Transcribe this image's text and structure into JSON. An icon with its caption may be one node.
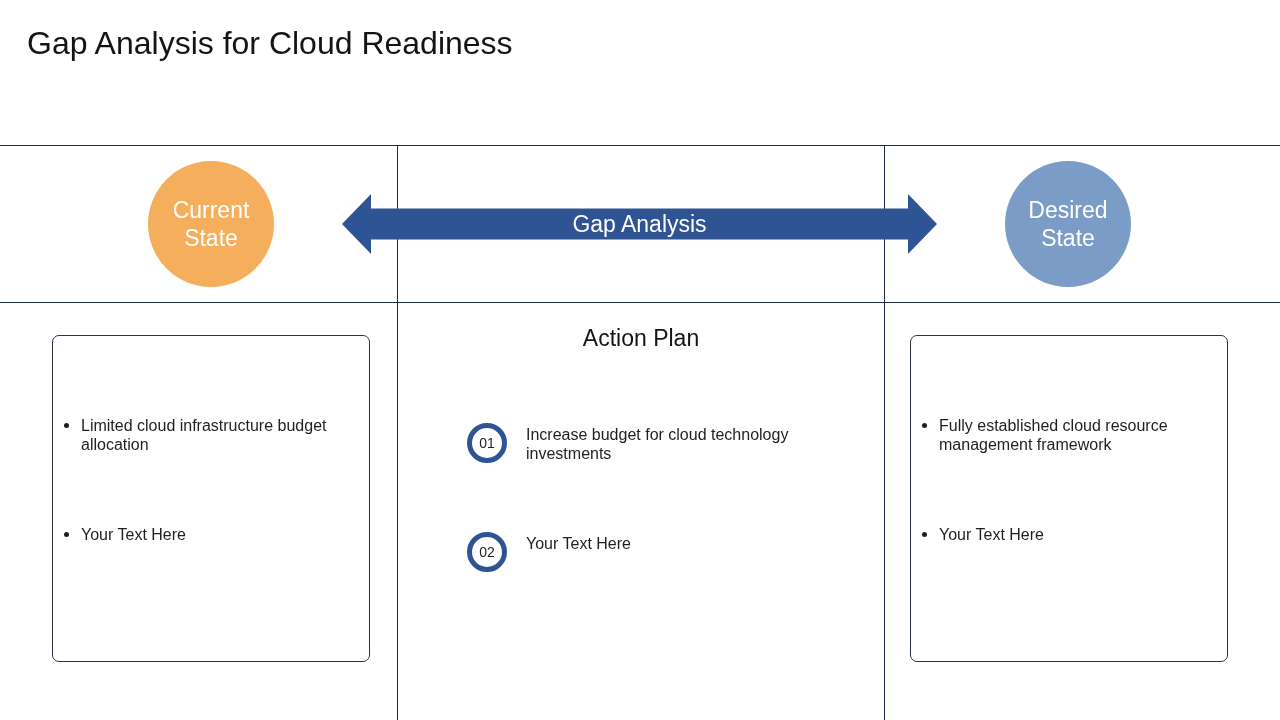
{
  "diagram": {
    "title": "Gap Analysis for Cloud Readiness",
    "nodes": [
      {
        "text": [
          "Current State"
        ]
      },
      {
        "text": [
          "Desired State"
        ]
      },
      {
        "text": [
          "Limited cloud infrastructure budget allocation",
          "Your Text Here"
        ]
      },
      {
        "text": [
          "01"
        ],
        "beside": [
          "Increase budget for cloud technology investments"
        ]
      },
      {
        "text": [
          "02"
        ],
        "beside": [
          "Your Text Here"
        ]
      },
      {
        "text": [
          "Fully established cloud resource management framework",
          "Your Text Here"
        ]
      }
    ],
    "edges": [
      {
        "from": 0,
        "to": 1,
        "arrow": "both",
        "label": "Gap Analysis",
        "style": "thick",
        "color": "#2f5494"
      }
    ],
    "labels": [
      "Action Plan"
    ]
  }
}
